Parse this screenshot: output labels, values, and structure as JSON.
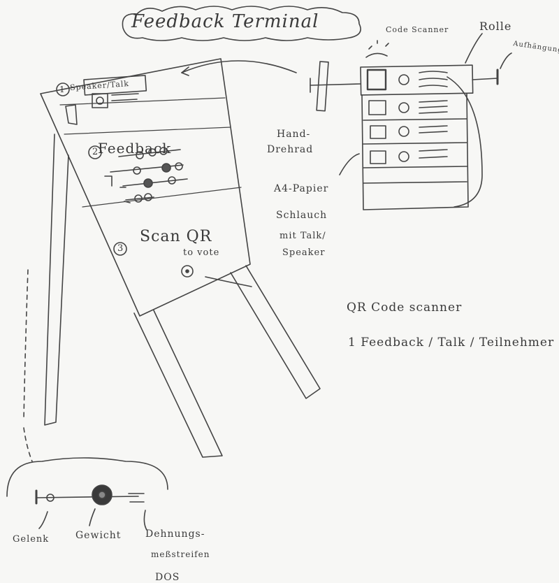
{
  "texts": {
    "title": "Feedback Terminal",
    "code_scanner": "Code Scanner",
    "rolle": "Rolle",
    "aufhaengung": "Aufhängung",
    "hand": "Hand-",
    "drehrad": "Drehrad",
    "a4_papier": "A4-Papier",
    "schlauch": "Schlauch",
    "mit_talk": "mit Talk/",
    "speaker": "Speaker",
    "qr_scanner": "QR Code scanner",
    "one_feedback": "1 Feedback / Talk / Teilnehmer",
    "step1_label": "Speaker/Talk",
    "step2_label": "Feedback",
    "step3_label": "Scan QR",
    "step3_sub": "to vote",
    "num1": "1",
    "num2": "2",
    "num3": "3",
    "gelenk": "Gelenk",
    "gewicht": "Gewicht",
    "dehnung1": "Dehnungs-",
    "dehnung2": "meßstreifen",
    "bottom": "DOS"
  },
  "colors": {
    "paper": "#f7f7f5",
    "pencil": "#3a3a3a"
  }
}
